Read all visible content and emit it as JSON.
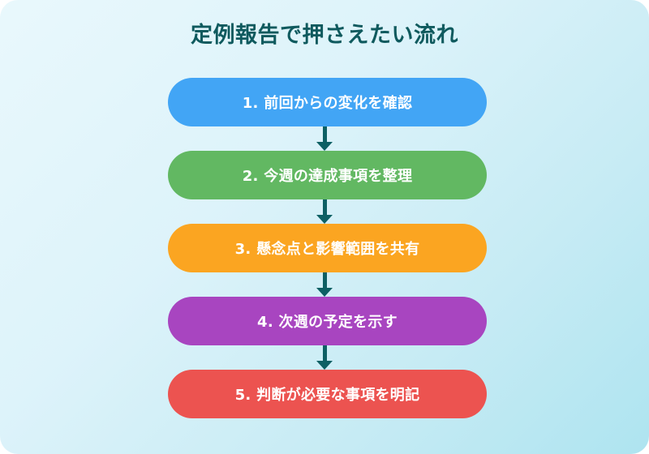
{
  "chart_data": {
    "type": "diagram",
    "diagram_type": "vertical-flowchart",
    "title": "定例報告で押さえたい流れ",
    "title_color": "#0f5a5e",
    "background_gradient": [
      "#e9f8fc",
      "#aee4f0"
    ],
    "connector_color": "#0d6064",
    "node_count": 5,
    "nodes": [
      {
        "label": "1. 前回からの変化を確認",
        "color": "#42a5f5",
        "text_color": "#ffffff"
      },
      {
        "label": "2. 今週の達成事項を整理",
        "color": "#62b862",
        "text_color": "#ffffff"
      },
      {
        "label": "3. 懸念点と影響範囲を共有",
        "color": "#fba521",
        "text_color": "#ffffff"
      },
      {
        "label": "4. 次週の予定を示す",
        "color": "#a845c0",
        "text_color": "#ffffff"
      },
      {
        "label": "5. 判断が必要な事項を明記",
        "color": "#ec5350",
        "text_color": "#ffffff"
      }
    ],
    "connectors": [
      {
        "from": "1. 前回からの変化を確認",
        "to": "2. 今週の達成事項を整理"
      },
      {
        "from": "2. 今週の達成事項を整理",
        "to": "3. 懸念点と影響範囲を共有"
      },
      {
        "from": "3. 懸念点と影響範囲を共有",
        "to": "4. 次週の予定を示す"
      },
      {
        "from": "4. 次週の予定を示す",
        "to": "5. 判断が必要な事項を明記"
      }
    ]
  }
}
